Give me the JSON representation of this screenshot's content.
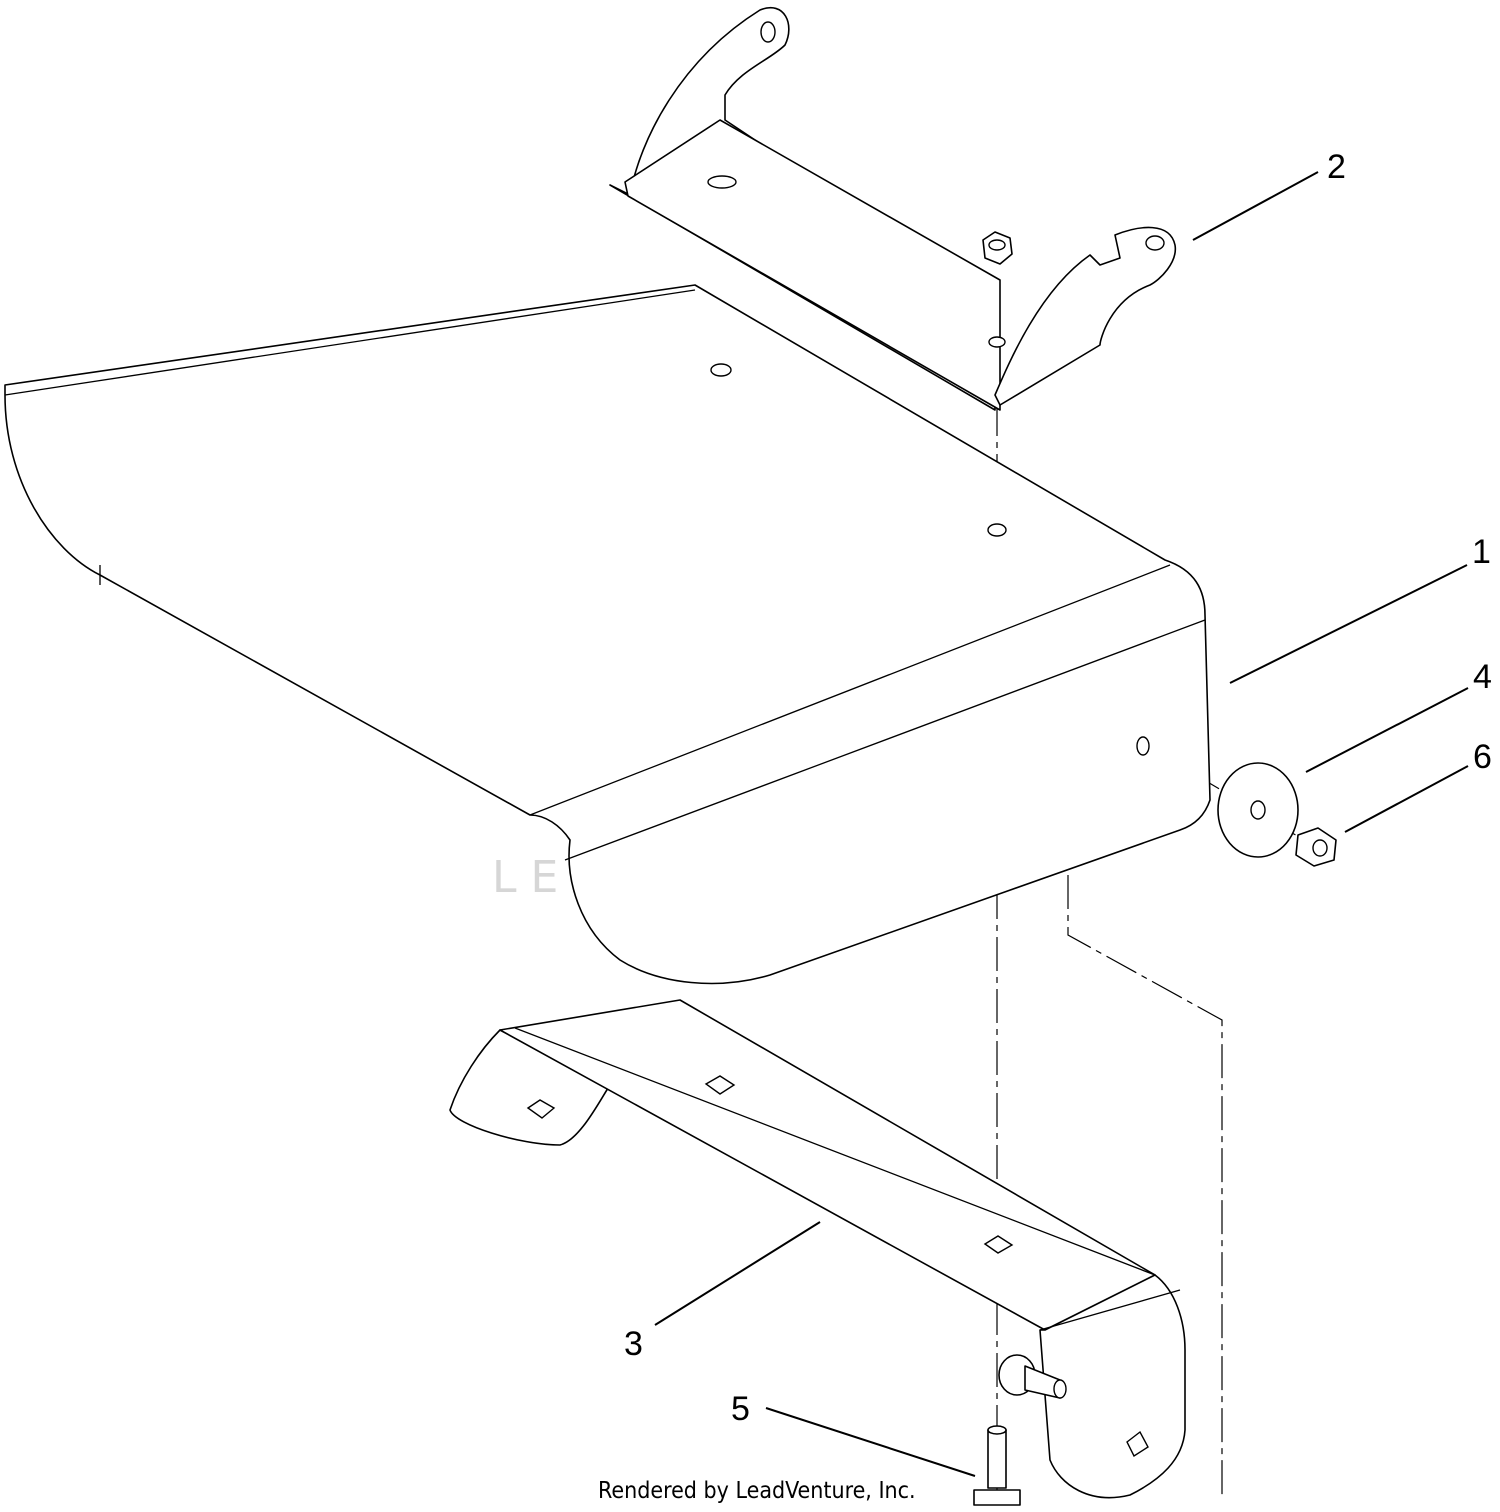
{
  "callouts": [
    {
      "id": "1",
      "label": "1"
    },
    {
      "id": "2",
      "label": "2"
    },
    {
      "id": "3",
      "label": "3"
    },
    {
      "id": "4",
      "label": "4"
    },
    {
      "id": "5",
      "label": "5"
    },
    {
      "id": "6",
      "label": "6"
    }
  ],
  "watermark": "LEADVENTURE",
  "credit": "Rendered by LeadVenture, Inc.",
  "colors": {
    "line": "#000000",
    "background": "#ffffff",
    "watermark": "#d6d6d6"
  }
}
